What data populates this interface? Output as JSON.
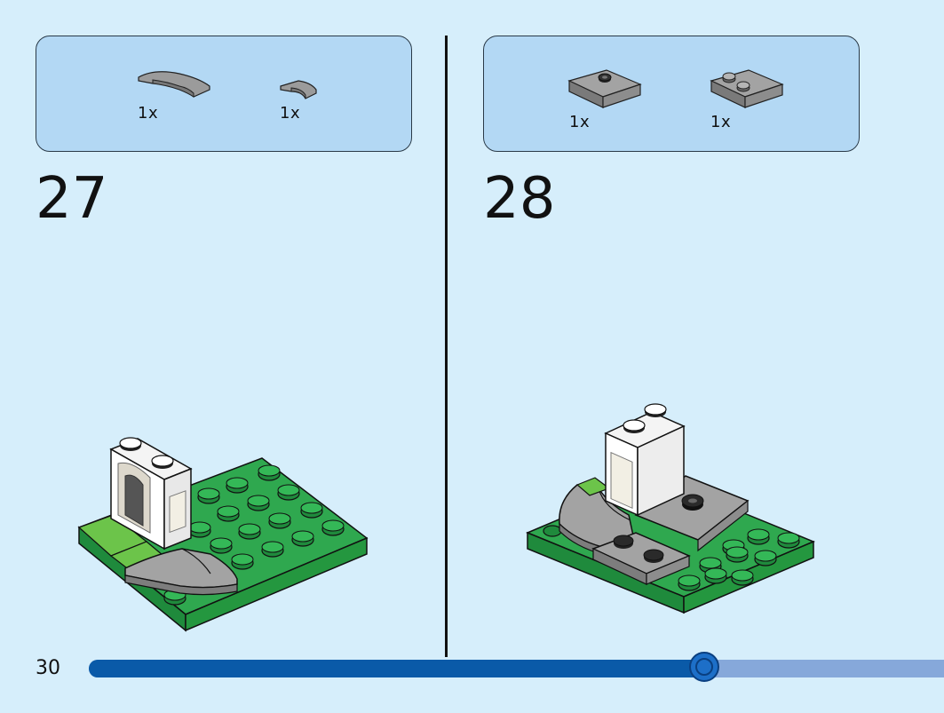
{
  "page": {
    "number": "30"
  },
  "steps": [
    {
      "number": "27",
      "parts": [
        {
          "qty": "1x",
          "icon": "curved-tile-icon"
        },
        {
          "qty": "1x",
          "icon": "quarter-round-tile-icon"
        }
      ]
    },
    {
      "number": "28",
      "parts": [
        {
          "qty": "1x",
          "icon": "jumper-plate-icon"
        },
        {
          "qty": "1x",
          "icon": "plate-2x2-icon"
        }
      ]
    }
  ],
  "progress": {
    "fraction": 0.72
  },
  "colors": {
    "background": "#d6eefb",
    "parts_box": "#b3d8f4",
    "progress_fill": "#0a5aa8",
    "progress_track": "#86a8da",
    "green_plate": "#2fa84f",
    "gray_tile": "#a3a3a3"
  }
}
